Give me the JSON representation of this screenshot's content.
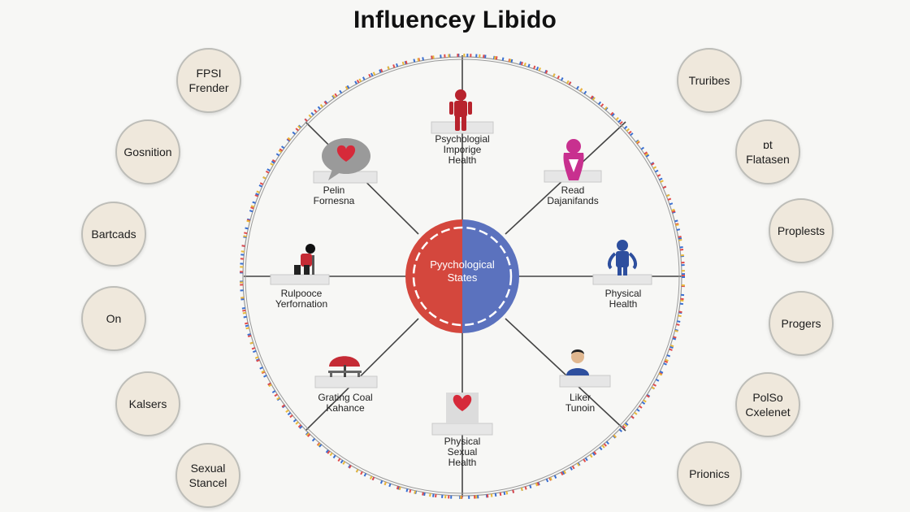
{
  "title": "Influencey Libido",
  "center": {
    "label": "Pyychological\nStates"
  },
  "spokes": [
    {
      "name": "psychological-health",
      "label": "Psychologial\nImporige\nHealth"
    },
    {
      "name": "read-dajanifands",
      "label": "Read\nDajanifands"
    },
    {
      "name": "physical-health",
      "label": "Physical\nHealth"
    },
    {
      "name": "liker-tunoin",
      "label": "Liker\nTunoin"
    },
    {
      "name": "physical-sexual-health",
      "label": "Physical\nSexual\nHealth"
    },
    {
      "name": "grating-coal-kahance",
      "label": "Grating Coal\nKahance"
    },
    {
      "name": "rulpooce-yerfornation",
      "label": "Rulpooce\nYerfornation"
    },
    {
      "name": "pelin-fornesna",
      "label": "Pelin\nFornesna"
    }
  ],
  "left_bubbles": [
    {
      "label": "FPSI\nFrender"
    },
    {
      "label": "Gosnition"
    },
    {
      "label": "Bartcads"
    },
    {
      "label": "On"
    },
    {
      "label": "Kalsers"
    },
    {
      "label": "Sexual\nStancel"
    }
  ],
  "right_bubbles": [
    {
      "label": "Truribes"
    },
    {
      "label": "ɒt\nFlatasen"
    },
    {
      "label": "Proplests"
    },
    {
      "label": "Progers"
    },
    {
      "label": "PolSo\nCxelenet"
    },
    {
      "label": "Prionics"
    }
  ],
  "colors": {
    "center_left": "#d4473d",
    "center_right": "#5b72be",
    "bubble_fill": "#efe8dc",
    "figure_red": "#b8232d",
    "figure_magenta": "#c8308f",
    "figure_blue": "#2e4f9e"
  }
}
